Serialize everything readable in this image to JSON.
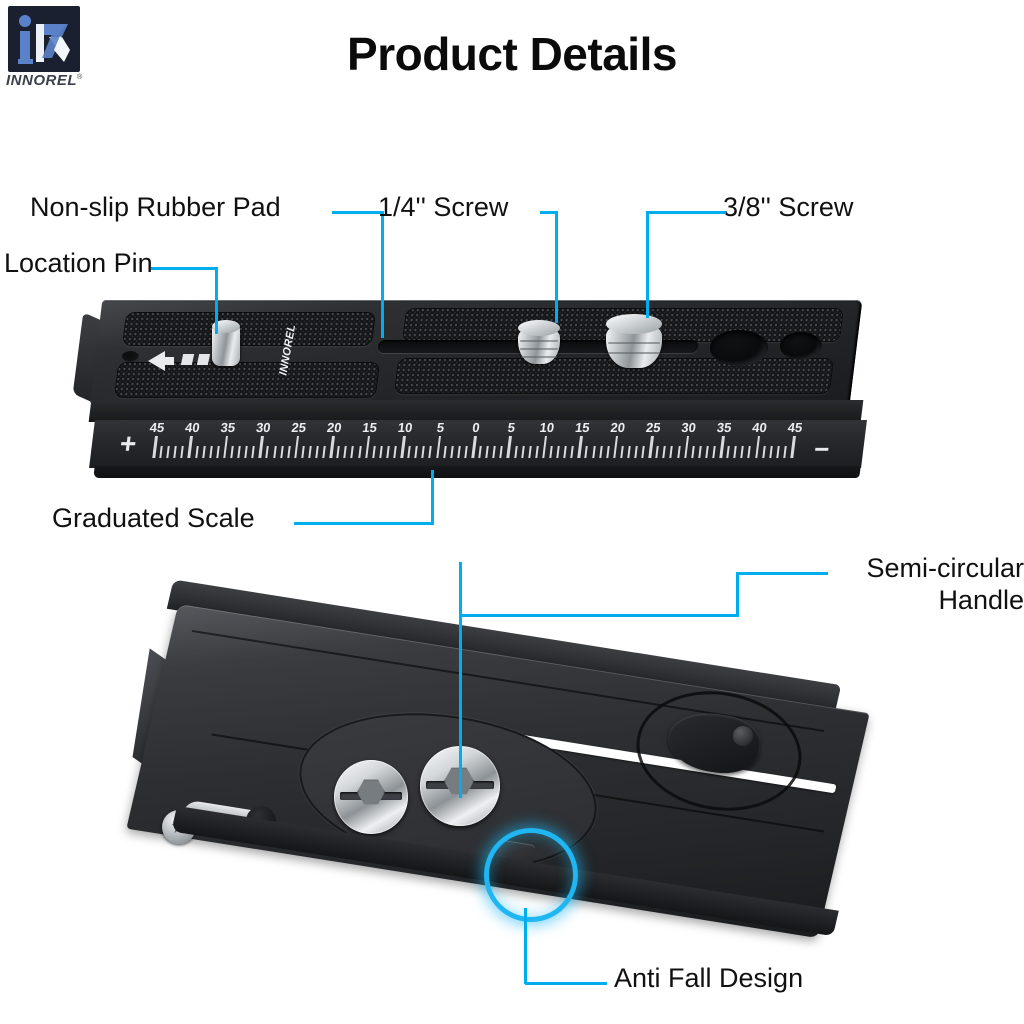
{
  "brand": {
    "logo_icon": "innorel-logo-icon",
    "name": "INNOREL",
    "trademark": "®"
  },
  "header": {
    "title": "Product Details"
  },
  "callouts": [
    {
      "id": "non-slip-rubber-pad",
      "label": "Non-slip Rubber Pad"
    },
    {
      "id": "quarter-inch-screw",
      "label": "1/4'' Screw"
    },
    {
      "id": "three-eighths-inch-screw",
      "label": "3/8'' Screw"
    },
    {
      "id": "location-pin",
      "label": "Location Pin"
    },
    {
      "id": "graduated-scale",
      "label": "Graduated Scale"
    },
    {
      "id": "semi-circular-handle",
      "label_line1": "Semi-circular",
      "label_line2": "Handle"
    },
    {
      "id": "anti-fall-design",
      "label": "Anti Fall Design"
    }
  ],
  "product": {
    "top_view_brand_engraving": "INNOREL",
    "scale": {
      "plus_sign": "+",
      "minus_sign": "−",
      "left_numbers": [
        "45",
        "40",
        "35",
        "30",
        "25",
        "20",
        "15",
        "10",
        "5"
      ],
      "center_number": "0",
      "right_numbers": [
        "5",
        "10",
        "15",
        "20",
        "25",
        "30",
        "35",
        "40",
        "45"
      ]
    }
  },
  "colors": {
    "accent_cyan": "#00aeef",
    "highlight_glow": "#1fb6f2",
    "title_black": "#0b0b0b",
    "logo_navy": "#1b2030",
    "logo_blue": "#5b82c8",
    "plate_dark": "#232528",
    "metal_silver": "#d3d7da"
  }
}
